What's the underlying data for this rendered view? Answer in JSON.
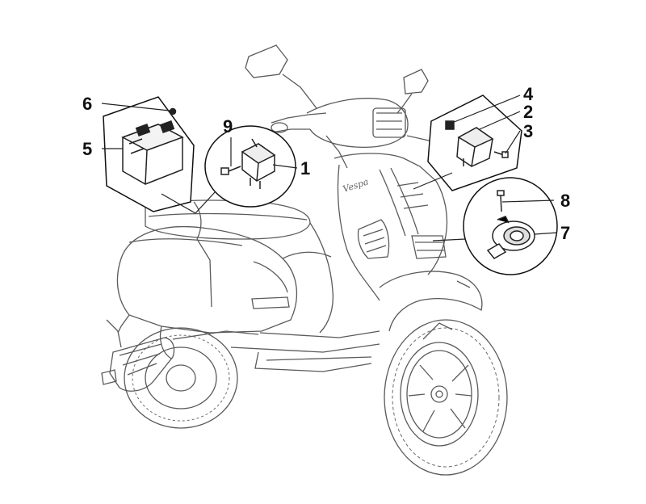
{
  "callouts": {
    "c1": "1",
    "c2": "2",
    "c3": "3",
    "c4": "4",
    "c5": "5",
    "c6": "6",
    "c7": "7",
    "c8": "8",
    "c9": "9"
  },
  "brand_script": "Vespa",
  "colors": {
    "ink": "#222222",
    "line_art": "#5a5a5a",
    "background": "#ffffff"
  }
}
